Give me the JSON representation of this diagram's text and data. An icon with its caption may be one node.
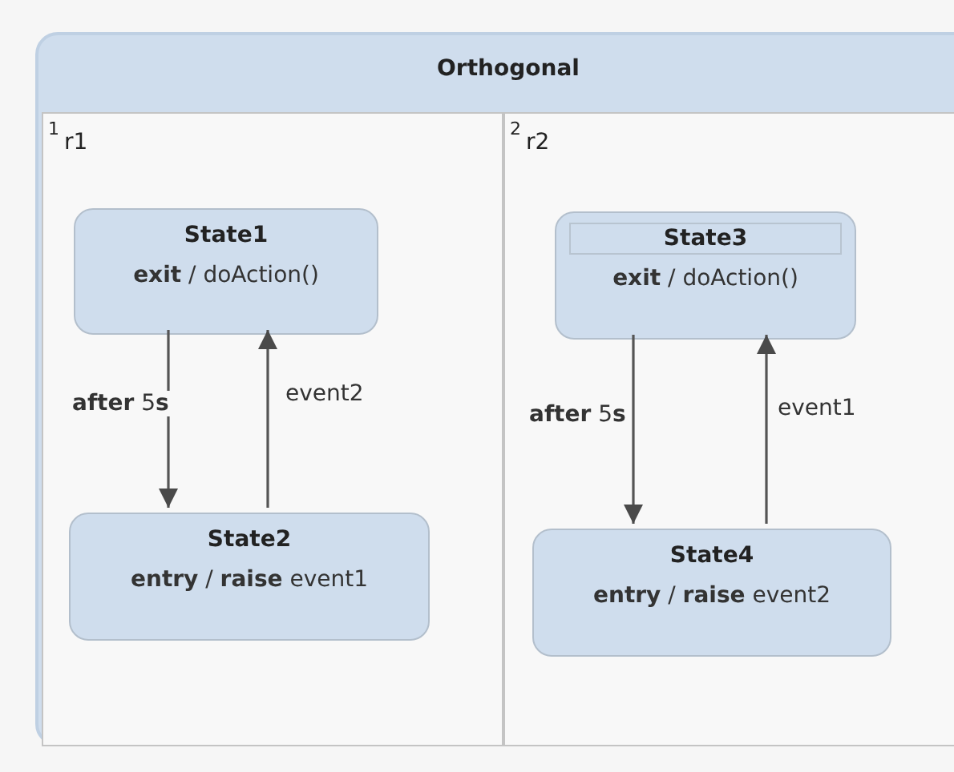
{
  "diagram": {
    "nodes": [
      {
        "text": [
          "Orthogonal"
        ]
      },
      {
        "text": [
          "1",
          "r1"
        ],
        "in": 0
      },
      {
        "text": [
          "State1",
          "**exit** / doAction()"
        ],
        "in": 1
      },
      {
        "text": [
          "State2",
          "**entry** / **raise** event1"
        ],
        "in": 1
      },
      {
        "text": [
          "2",
          "r2"
        ],
        "in": 0
      },
      {
        "text": [
          "State3",
          "**exit** / doAction()"
        ],
        "in": 4
      },
      {
        "text": [
          "State4",
          "**entry** / **raise** event2"
        ],
        "in": 4
      }
    ],
    "edges": [
      {
        "from": 2,
        "to": 3,
        "arrow": "to",
        "label": "**after** 5**s**"
      },
      {
        "from": 3,
        "to": 2,
        "arrow": "to",
        "label": "event2"
      },
      {
        "from": 5,
        "to": 6,
        "arrow": "to",
        "label": "**after** 5**s**"
      },
      {
        "from": 6,
        "to": 5,
        "arrow": "to",
        "label": "event1"
      }
    ]
  }
}
